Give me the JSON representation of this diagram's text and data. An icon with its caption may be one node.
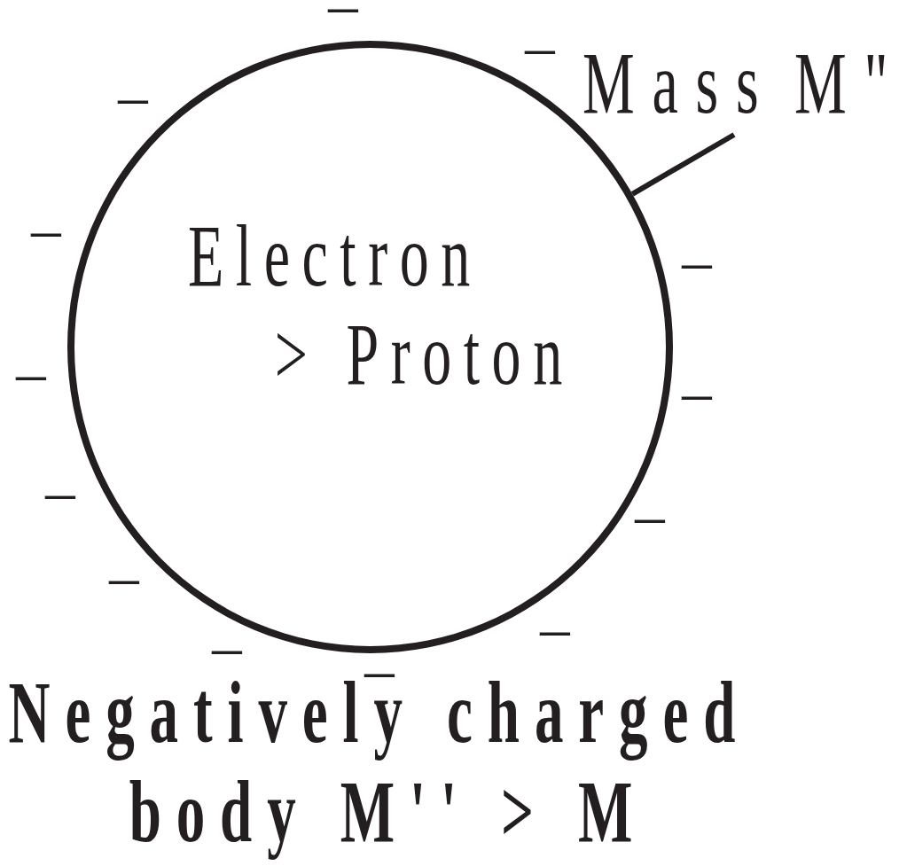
{
  "diagram": {
    "caption": "Negatively charged body M'' > M",
    "nodes": [
      {
        "text": [
          "Electron > Proton"
        ]
      },
      {
        "text": [
          "Mass M\""
        ]
      }
    ],
    "edges": [
      {
        "from": 1,
        "to": 0,
        "arrow": "none"
      }
    ],
    "labels": [
      "−",
      "−",
      "−",
      "−",
      "−",
      "−",
      "−",
      "−",
      "−",
      "−",
      "−",
      "−",
      "−"
    ]
  }
}
